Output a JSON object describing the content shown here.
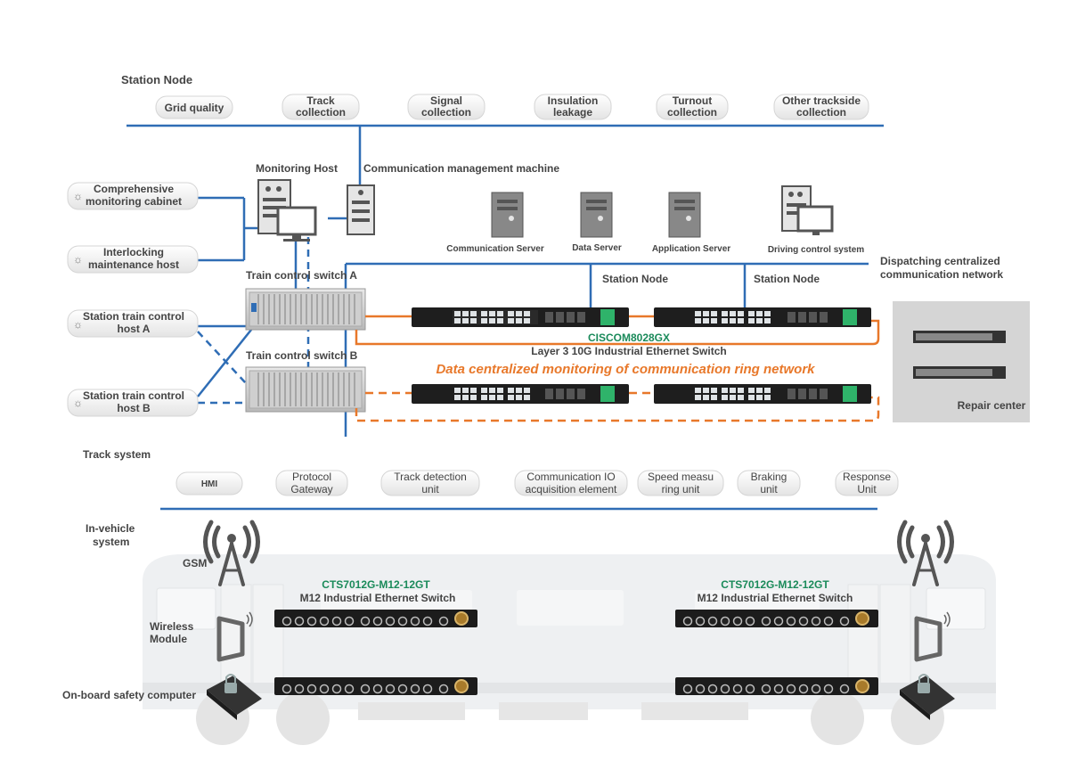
{
  "station": {
    "title": "Station Node",
    "boxes": [
      {
        "l1": "Grid quality",
        "l2": ""
      },
      {
        "l1": "Track",
        "l2": "collection"
      },
      {
        "l1": "Signal",
        "l2": "collection"
      },
      {
        "l1": "Insulation",
        "l2": "leakage"
      },
      {
        "l1": "Turnout",
        "l2": "collection"
      },
      {
        "l1": "Other trackside",
        "l2": "collection"
      }
    ]
  },
  "hosts": {
    "monitoring_host": "Monitoring Host",
    "comm_mgmt": "Communication management machine",
    "left": [
      {
        "l1": "Comprehensive",
        "l2": "monitoring cabinet"
      },
      {
        "l1": "Interlocking",
        "l2": "maintenance host"
      },
      {
        "l1": "Station train control",
        "l2": "host A"
      },
      {
        "l1": "Station train control",
        "l2": "host B"
      }
    ]
  },
  "servers": {
    "communication": "Communication Server",
    "data": "Data Server",
    "application": "Application Server",
    "driving": "Driving control system"
  },
  "network": {
    "switch_a": "Train control switch A",
    "switch_b": "Train control switch B",
    "node_1": "Station Node",
    "node_2": "Station Node",
    "dispatch_l1": "Dispatching centralized",
    "dispatch_l2": "communication network",
    "model": "CISCOM8028GX",
    "model_desc": "Layer 3 10G Industrial Ethernet Switch",
    "ring_title": "Data centralized monitoring of communication ring network",
    "repair": "Repair center"
  },
  "track": {
    "title": "Track system",
    "boxes": [
      {
        "l1": "HMI",
        "l2": ""
      },
      {
        "l1": "Protocol",
        "l2": "Gateway"
      },
      {
        "l1": "Track detection",
        "l2": "unit"
      },
      {
        "l1": "Communication IO",
        "l2": "acquisition element"
      },
      {
        "l1": "Speed measu",
        "l2": "ring unit"
      },
      {
        "l1": "Braking",
        "l2": "unit"
      },
      {
        "l1": "Response",
        "l2": "Unit"
      }
    ]
  },
  "vehicle": {
    "title_l1": "In-vehicle",
    "title_l2": "system",
    "gsm": "GSM",
    "wireless_l1": "Wireless",
    "wireless_l2": "Module",
    "safety": "On-board safety computer",
    "switch_model": "CTS7012G-M12-12GT",
    "switch_desc": "M12 Industrial Ethernet Switch"
  },
  "colors": {
    "blue": "#2f6db5",
    "orange": "#e8782a",
    "green": "#1a8a5a"
  }
}
